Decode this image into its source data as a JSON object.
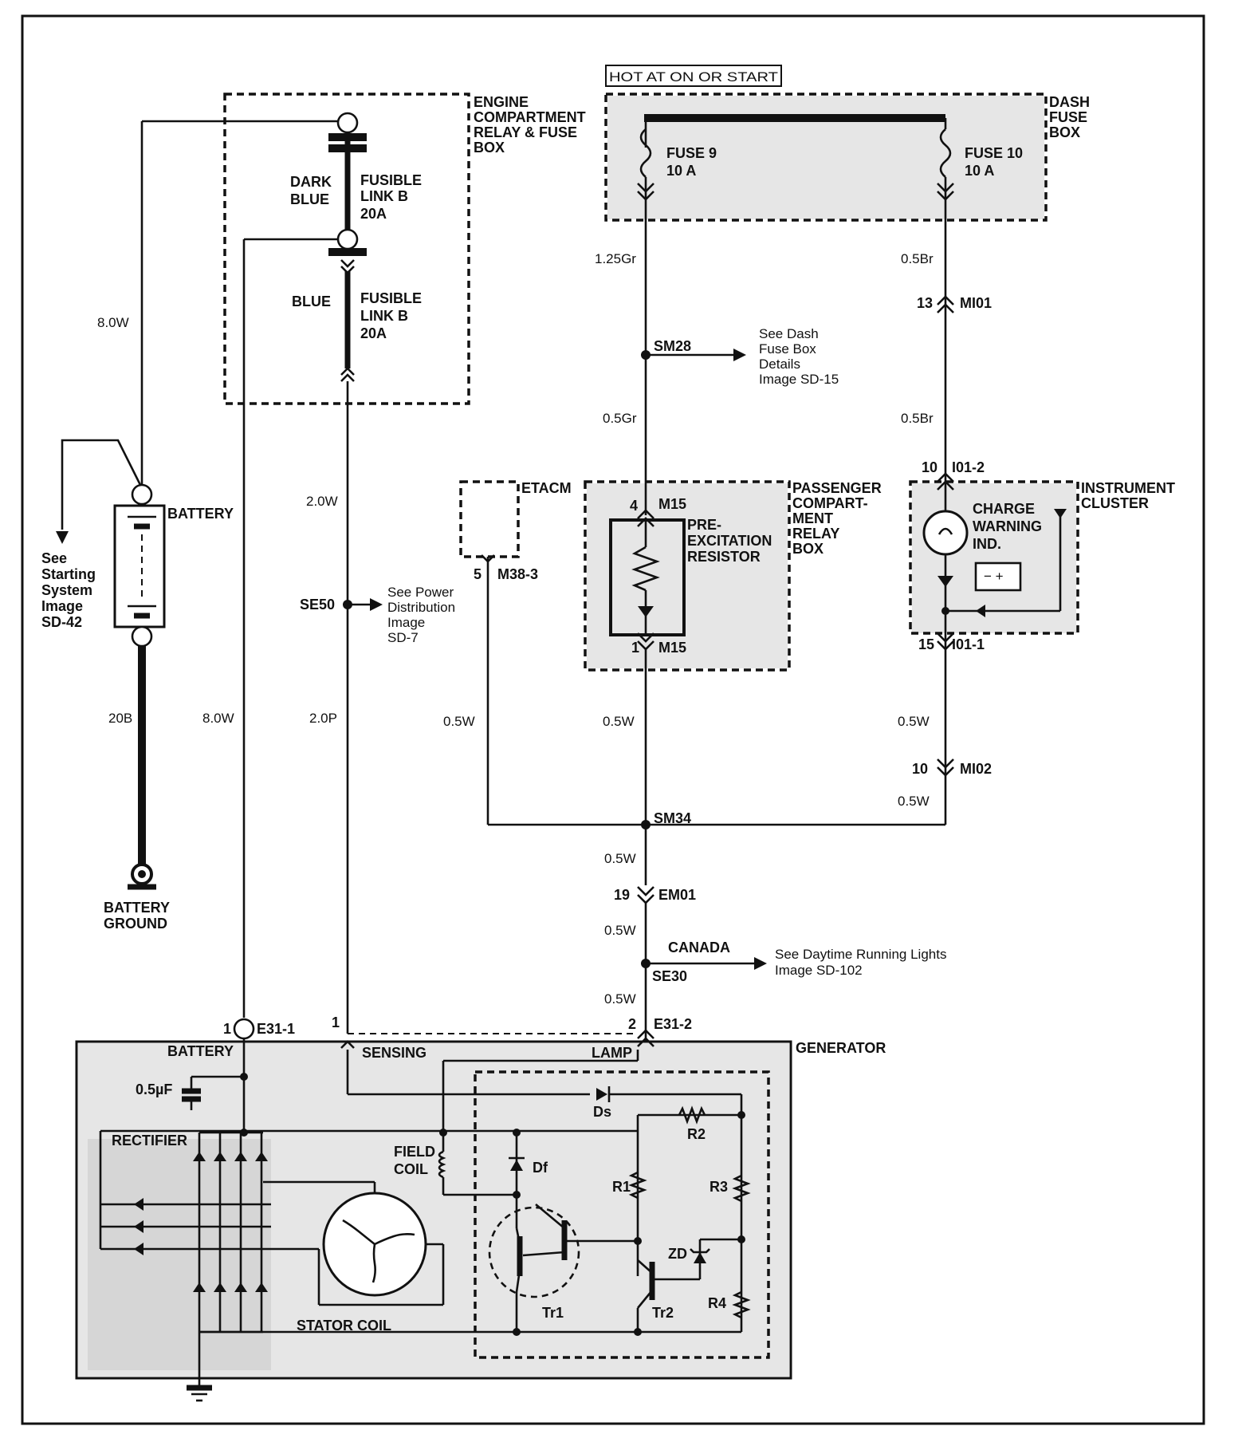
{
  "hot_label": "HOT AT ON OR START",
  "boxes": {
    "engine_compartment": [
      "ENGINE",
      "COMPARTMENT",
      "RELAY & FUSE",
      "BOX"
    ],
    "dash_fuse": [
      "DASH",
      "FUSE",
      "BOX"
    ],
    "etacm": "ETACM",
    "passenger_compartment": [
      "PASSENGER",
      "COMPART-",
      "MENT",
      "RELAY",
      "BOX"
    ],
    "instrument_cluster": [
      "INSTRUMENT",
      "CLUSTER"
    ],
    "generator": "GENERATOR"
  },
  "fuses": {
    "fuse9": [
      "FUSE 9",
      "10 A"
    ],
    "fuse10": [
      "FUSE 10",
      "10 A"
    ]
  },
  "fusible_links": {
    "upper": {
      "color": [
        "DARK",
        "BLUE"
      ],
      "name": [
        "FUSIBLE",
        "LINK B",
        "20A"
      ]
    },
    "lower": {
      "color": "BLUE",
      "name": [
        "FUSIBLE",
        "LINK B",
        "20A"
      ]
    }
  },
  "wires": {
    "w_8_0w_top": "8.0W",
    "w_20b": "20B",
    "w_8_0w_bot": "8.0W",
    "w_2_0w": "2.0W",
    "w_2_0p": "2.0P",
    "w_1_25gr": "1.25Gr",
    "w_0_5gr": "0.5Gr",
    "w_0_5br_a": "0.5Br",
    "w_0_5br_b": "0.5Br",
    "w_0_5w_etacm": "0.5W",
    "w_0_5w_mid": "0.5W",
    "w_0_5w_ic": "0.5W",
    "w_0_5w_ic2": "0.5W",
    "w_0_5w_em01a": "0.5W",
    "w_0_5w_em01b": "0.5W",
    "w_0_5w_e31": "0.5W"
  },
  "connectors": {
    "mi01": {
      "pin": "13",
      "name": "MI01"
    },
    "i01_2": {
      "pin": "10",
      "name": "I01-2"
    },
    "i01_1": {
      "pin": "15",
      "name": "I01-1"
    },
    "mi02": {
      "pin": "10",
      "name": "MI02"
    },
    "m15_top": {
      "pin": "4",
      "name": "M15"
    },
    "m15_bot": {
      "pin": "1",
      "name": "M15"
    },
    "m38_3": {
      "pin": "5",
      "name": "M38-3"
    },
    "em01": {
      "pin": "19",
      "name": "EM01"
    },
    "e31_1": {
      "pin": "1",
      "name": "E31-1"
    },
    "e31_sense_pin": "1",
    "e31_2": {
      "pin": "2",
      "name": "E31-2"
    }
  },
  "splices": {
    "sm28": "SM28",
    "se50": "SE50",
    "sm34": "SM34",
    "se30": "SE30"
  },
  "refs": {
    "dash_fuse_box": [
      "See Dash",
      "Fuse Box",
      "Details",
      "Image SD-15"
    ],
    "power_distribution": [
      "See Power",
      "Distribution",
      "Image",
      "SD-7"
    ],
    "starting_system": [
      "See",
      "Starting",
      "System",
      "Image",
      "SD-42"
    ],
    "daytime_running": [
      "See Daytime Running Lights",
      "Image SD-102"
    ],
    "canada": "CANADA"
  },
  "components": {
    "battery": "BATTERY",
    "battery_ground": [
      "BATTERY",
      "GROUND"
    ],
    "pre_excitation": [
      "PRE-",
      "EXCITATION",
      "RESISTOR"
    ],
    "charge_warning": [
      "CHARGE",
      "WARNING",
      "IND."
    ]
  },
  "generator_internal": {
    "battery": "BATTERY",
    "sensing": "SENSING",
    "lamp": "LAMP",
    "capacitor": "0.5µF",
    "rectifier": "RECTIFIER",
    "field_coil": [
      "FIELD",
      "COIL"
    ],
    "stator_coil": "STATOR COIL",
    "ds": "Ds",
    "df": "Df",
    "r1": "R1",
    "r2": "R2",
    "r3": "R3",
    "r4": "R4",
    "zd": "ZD",
    "tr1": "Tr1",
    "tr2": "Tr2"
  }
}
